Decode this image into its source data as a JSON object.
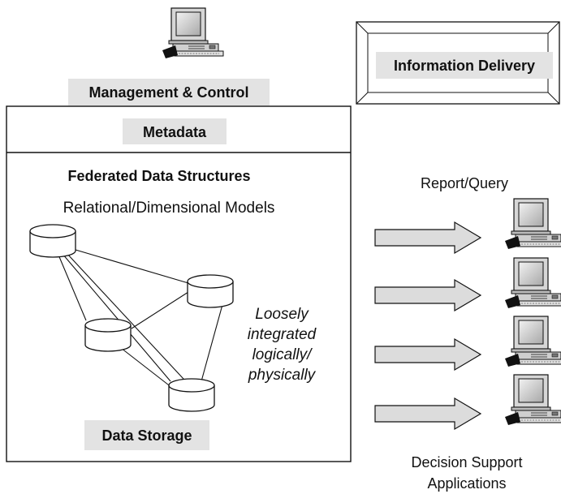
{
  "labels": {
    "management_control": "Management & Control",
    "metadata": "Metadata",
    "information_delivery": "Information Delivery",
    "federated_structures": "Federated Data Structures",
    "models": "Relational/Dimensional Models",
    "loosely_line1": "Loosely",
    "loosely_line2": "integrated",
    "loosely_line3": "logically/",
    "loosely_line4": "physically",
    "data_storage": "Data Storage",
    "report_query": "Report/Query",
    "decision_line1": "Decision Support",
    "decision_line2": "Applications"
  },
  "icons": {
    "management_computer": "computer-icon",
    "client_computer": "computer-icon",
    "database": "database-cylinder-icon",
    "arrow": "right-arrow-icon"
  },
  "colors": {
    "label_fill": "#e3e3e3",
    "arrow_fill": "#dcdcdc",
    "stroke": "#111111",
    "background": "#ffffff"
  }
}
